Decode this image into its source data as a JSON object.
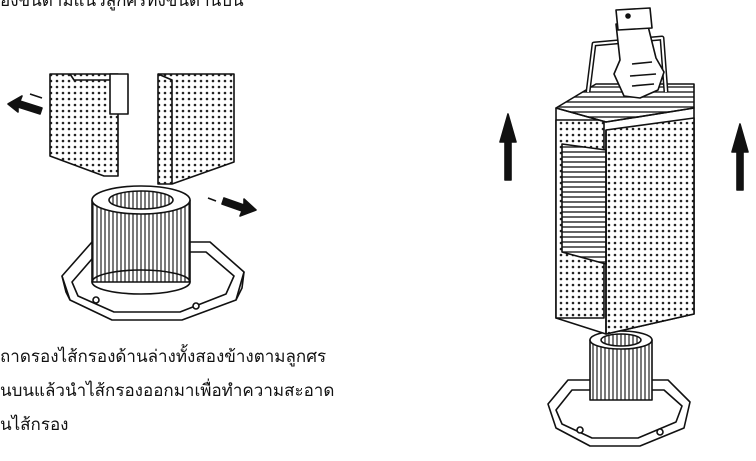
{
  "instructions": {
    "top_line": "องขึ้นตามแนวลูกศรทั้งขึ้นด้านบน",
    "body_lines": [
      "ถาดรองไส้กรองด้านล่างทั้งสองข้างตามลูกศร",
      "นบนแล้วนำไส้กรองออกมาเพื่อทำความสะอาด",
      "นไส้กรอง"
    ]
  },
  "illustrations": {
    "left": {
      "description_icon": "air-purifier-filter-removal"
    },
    "right": {
      "description_icon": "air-purifier-lift-up"
    }
  },
  "arrows": {
    "left_figure": [
      "arrow-up-left",
      "arrow-down-right"
    ],
    "right_figure": [
      "arrow-up",
      "arrow-up"
    ]
  }
}
